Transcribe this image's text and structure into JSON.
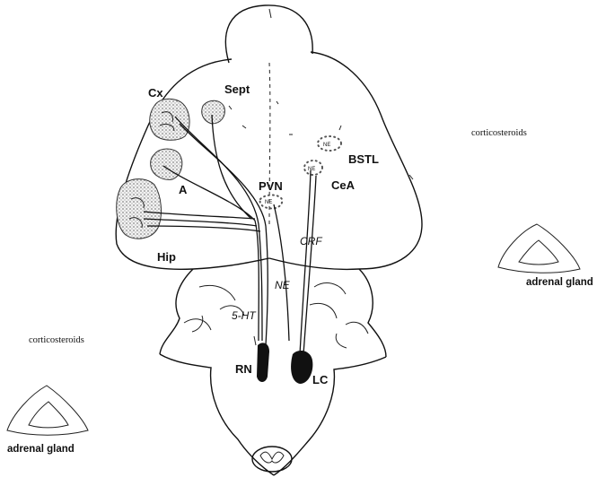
{
  "labels": {
    "cx": "Cx",
    "sept": "Sept",
    "a": "A",
    "hip": "Hip",
    "pvn": "PVN",
    "bstl": "BSTL",
    "cea": "CeA",
    "crf": "CRF",
    "ne": "NE",
    "five_ht": "5-HT",
    "rn": "RN",
    "lc": "LC"
  },
  "annotations": {
    "corticosteroids_right": "corticosteroids",
    "corticosteroids_left": "corticosteroids",
    "adrenal_gland_right": "adrenal gland",
    "adrenal_gland_left": "adrenal gland"
  },
  "colors": {
    "ink": "#111111",
    "stipple": "#9a9a9a",
    "background": "#ffffff"
  }
}
